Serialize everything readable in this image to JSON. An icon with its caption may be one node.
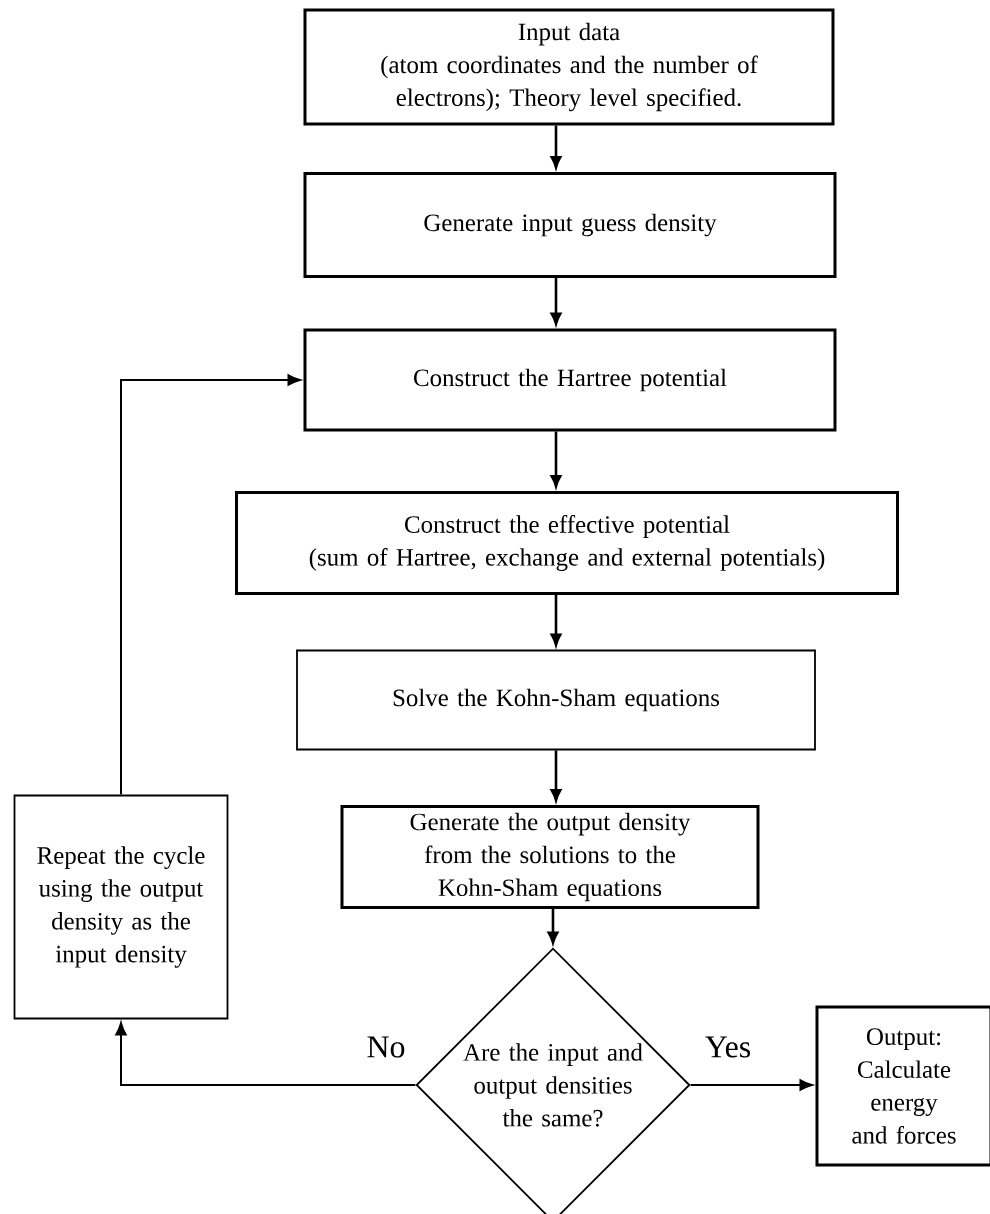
{
  "diagram": {
    "nodes": [
      {
        "text": [
          "Input data",
          "(atom coordinates and the number of electrons); Theory level specified."
        ]
      },
      {
        "text": [
          "Generate input guess density"
        ]
      },
      {
        "text": [
          "Construct the Hartree potential"
        ]
      },
      {
        "text": [
          "Construct the effective potential",
          "(sum of Hartree, exchange and external potentials)"
        ]
      },
      {
        "text": [
          "Solve the Kohn-Sham equations"
        ]
      },
      {
        "text": [
          "Generate the output density from the solutions to the Kohn-Sham equations"
        ]
      },
      {
        "text": [
          "Are the input and output densities the same?"
        ]
      },
      {
        "text": [
          "Output: Calculate energy and forces"
        ]
      },
      {
        "text": [
          "Repeat the cycle using the output density as the input density"
        ]
      }
    ],
    "edges": [
      {
        "from": 0,
        "to": 1,
        "arrow": "to"
      },
      {
        "from": 1,
        "to": 2,
        "arrow": "to"
      },
      {
        "from": 2,
        "to": 3,
        "arrow": "to"
      },
      {
        "from": 3,
        "to": 4,
        "arrow": "to"
      },
      {
        "from": 4,
        "to": 5,
        "arrow": "to"
      },
      {
        "from": 5,
        "to": 6,
        "arrow": "to"
      },
      {
        "from": 6,
        "to": 7,
        "arrow": "to",
        "label": "Yes"
      },
      {
        "from": 6,
        "to": 8,
        "arrow": "to",
        "label": "No"
      },
      {
        "from": 8,
        "to": 2,
        "arrow": "to"
      }
    ]
  }
}
